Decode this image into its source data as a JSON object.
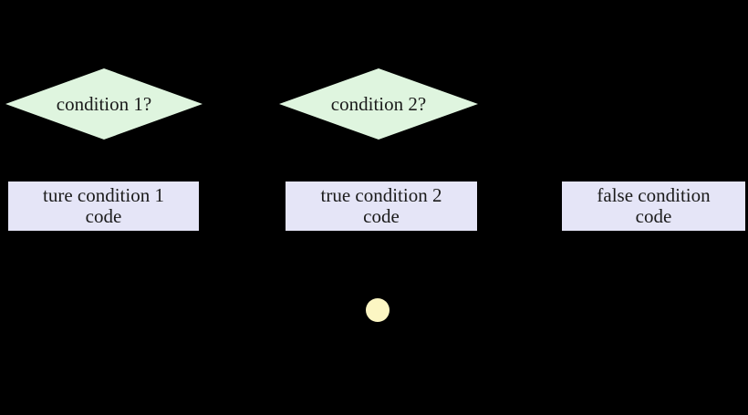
{
  "colors": {
    "background": "#000000",
    "decision_fill": "#dff5df",
    "process_fill": "#e5e5f7",
    "terminal_fill": "#fcf6c3",
    "text": "#1b1b1b"
  },
  "flowchart": {
    "decision1": {
      "label": "condition 1?"
    },
    "decision2": {
      "label": "condition 2?"
    },
    "process1": {
      "line1": "ture condition 1",
      "line2": "code"
    },
    "process2": {
      "line1": "true condition 2",
      "line2": "code"
    },
    "process3": {
      "line1": "false condition",
      "line2": "code"
    },
    "terminal": {
      "shape": "filled-circle"
    }
  }
}
